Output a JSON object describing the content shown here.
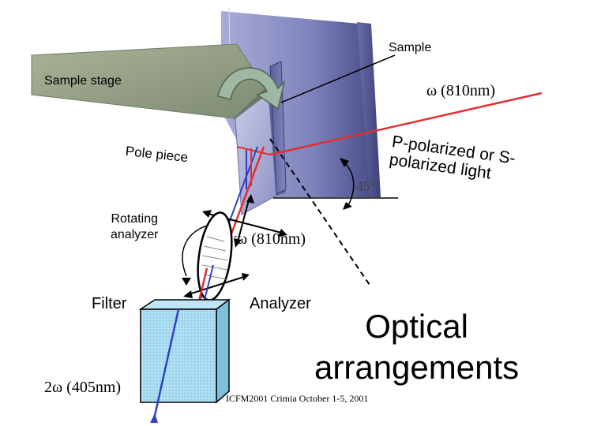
{
  "labels": {
    "sample": "Sample",
    "sample_stage": "Sample stage",
    "omega_top": "ω (810nm)",
    "pole_piece": "Pole piece",
    "angle": "45°",
    "polarized_line1": "P-polarized or S-",
    "polarized_line2": "polarized light",
    "rotating_line1": "Rotating",
    "rotating_line2": "analyzer",
    "omega_mid": "ω (810nm)",
    "filter": "Filter",
    "analyzer": "Analyzer",
    "title_line1": "Optical",
    "title_line2": "arrangements",
    "two_omega": "2ω (405nm)",
    "footer": "ICFM2001 Crimia October 1-5, 2001"
  },
  "colors": {
    "beam_red": "#e03030",
    "beam_blue": "#3040c0",
    "magnet_dark": "#5a5e9a",
    "magnet_light": "#c8cae8",
    "stage": "#9aa88a",
    "rotate_arrow": "#9fb8a4",
    "filter": "#a9dcf2"
  },
  "icons": {
    "rotate_arrow": "curved-rotation-arrow-icon",
    "angle_arrow": "curved-double-arrow-icon"
  }
}
